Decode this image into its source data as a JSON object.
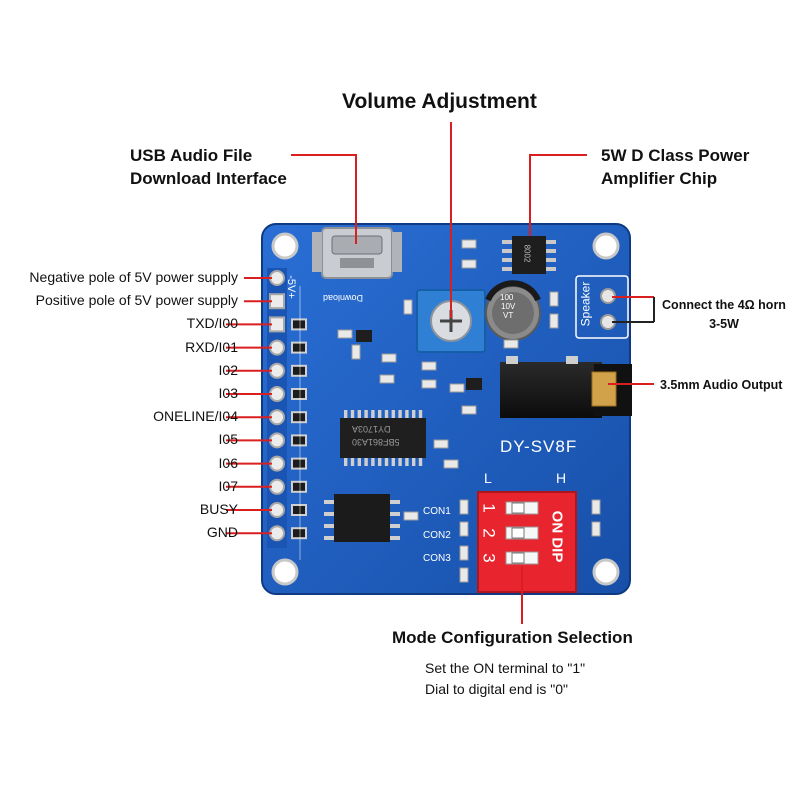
{
  "title": "Volume Adjustment",
  "callouts": {
    "usb": [
      "USB Audio File",
      "Download Interface"
    ],
    "amp": [
      "5W D Class Power",
      "Amplifier Chip"
    ],
    "horn": [
      "Connect the 4Ω horn",
      "3-5W"
    ],
    "audio_out": "3.5mm Audio Output",
    "mode": "Mode Configuration Selection",
    "mode_notes": [
      "Set the ON terminal to \"1\"",
      "Dial to digital end is \"0\""
    ]
  },
  "pins": [
    "Negative pole of 5V power supply",
    "Positive pole of 5V power supply",
    "TXD/I00",
    "RXD/I01",
    "I02",
    "I03",
    "ONELINE/I04",
    "I05",
    "I06",
    "I07",
    "BUSY",
    "GND"
  ],
  "board": {
    "model": "DY-SV8F",
    "dip_low": "L",
    "dip_high": "H",
    "dip_on": "ON DIP",
    "dip_numbers": [
      "1",
      "2",
      "3"
    ],
    "con_labels": [
      "CON1",
      "CON2",
      "CON3"
    ],
    "usb_silk": "Download",
    "power_silk": "-5V+",
    "speaker_silk": "Speaker",
    "cap_text": [
      "100",
      "10V",
      "VT"
    ],
    "mcu_text": [
      "DY1703A",
      "5BF861A30"
    ],
    "amp_text": "8002"
  },
  "colors": {
    "board": "#1e5fc4",
    "board_dark": "#164a9e",
    "callout_line": "#d91f1f",
    "dip_red": "#e8242e",
    "potentiometer": "#2f7fd0"
  }
}
